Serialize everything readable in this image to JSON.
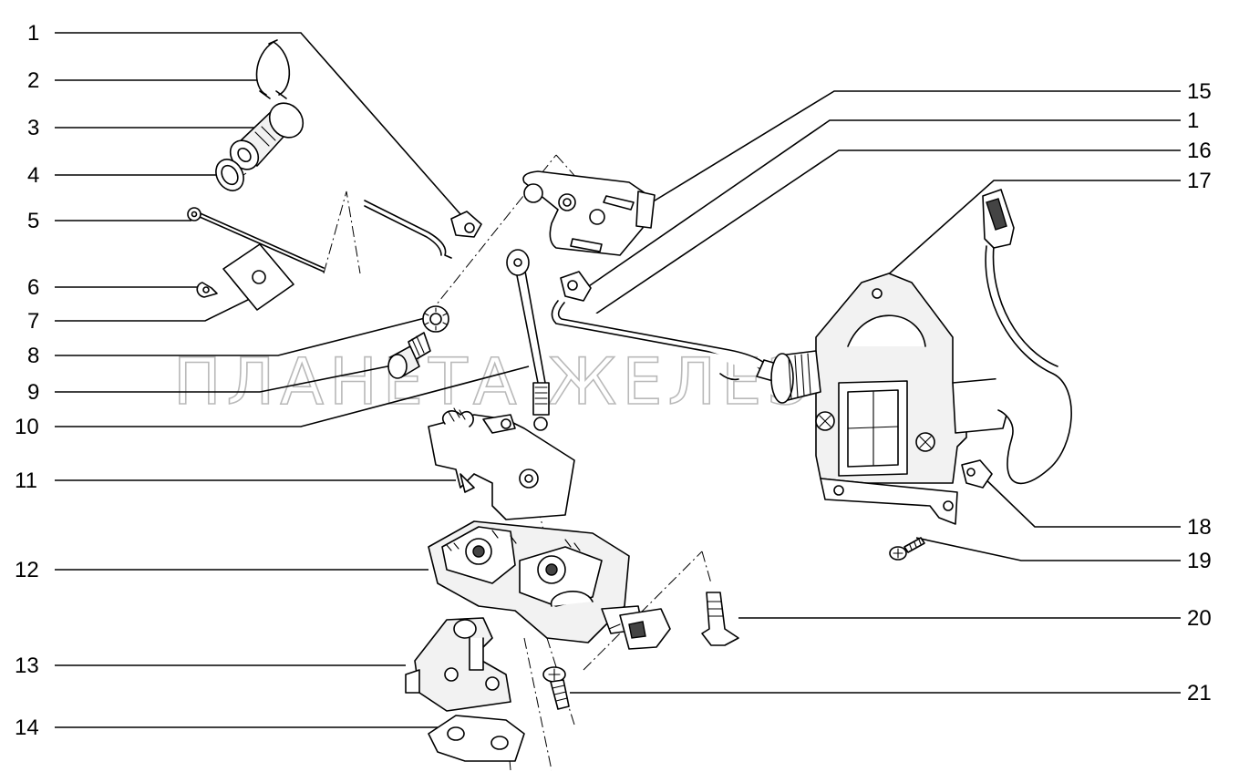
{
  "watermark": "ПЛАНЕТА ЖЕЛЕЗЯКА",
  "callouts_left": [
    "1",
    "2",
    "3",
    "4",
    "5",
    "6",
    "7",
    "8",
    "9",
    "10",
    "11",
    "12",
    "13",
    "14"
  ],
  "callouts_right": [
    "15",
    "1",
    "16",
    "17",
    "18",
    "19",
    "20",
    "21"
  ]
}
